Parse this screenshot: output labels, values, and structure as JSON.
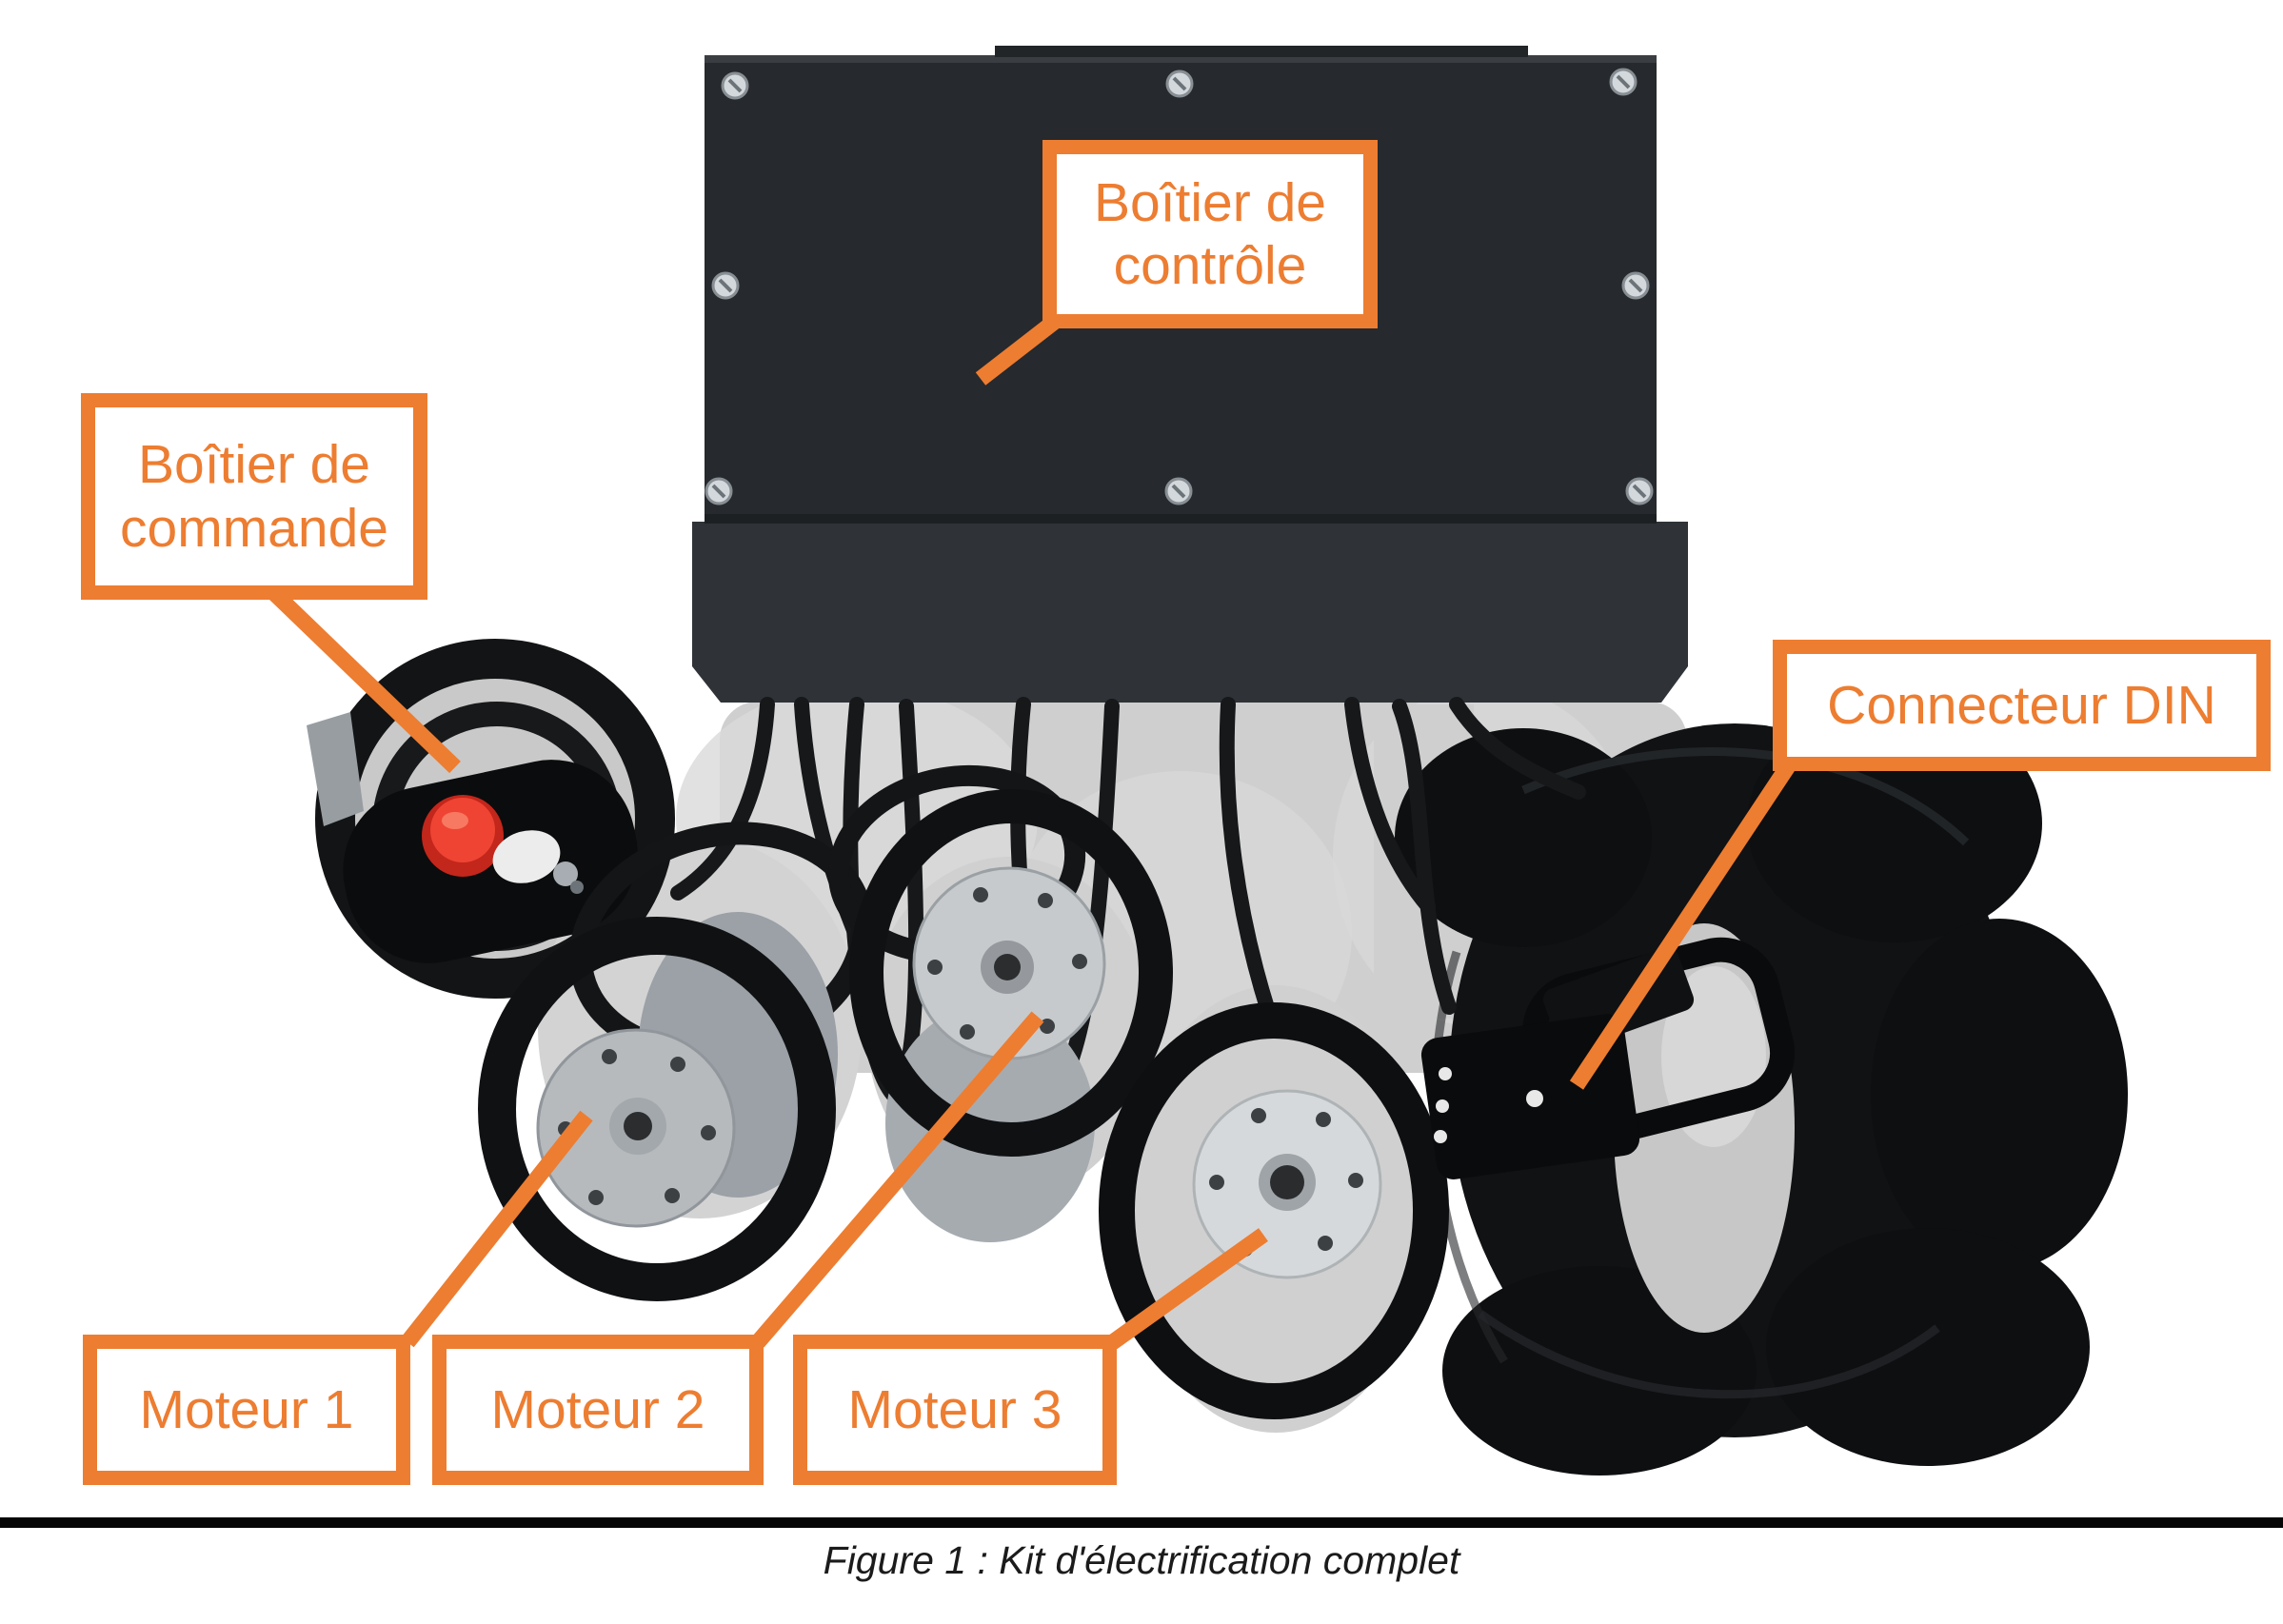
{
  "colors": {
    "accent": "#ED7D31",
    "separator_bar": "#060606",
    "caption_text": "#1B1B1B",
    "control_box": "#26292D",
    "emergency_button": "#E2362A"
  },
  "labels": {
    "controle": {
      "text": "Boîtier de contrôle"
    },
    "commande": {
      "text": "Boîtier de commande"
    },
    "din": {
      "text": "Connecteur DIN"
    },
    "moteur1": {
      "text": "Moteur 1"
    },
    "moteur2": {
      "text": "Moteur 2"
    },
    "moteur3": {
      "text": "Moteur 3"
    }
  },
  "caption": {
    "text": "Figure 1 : Kit d'électrification complet"
  }
}
